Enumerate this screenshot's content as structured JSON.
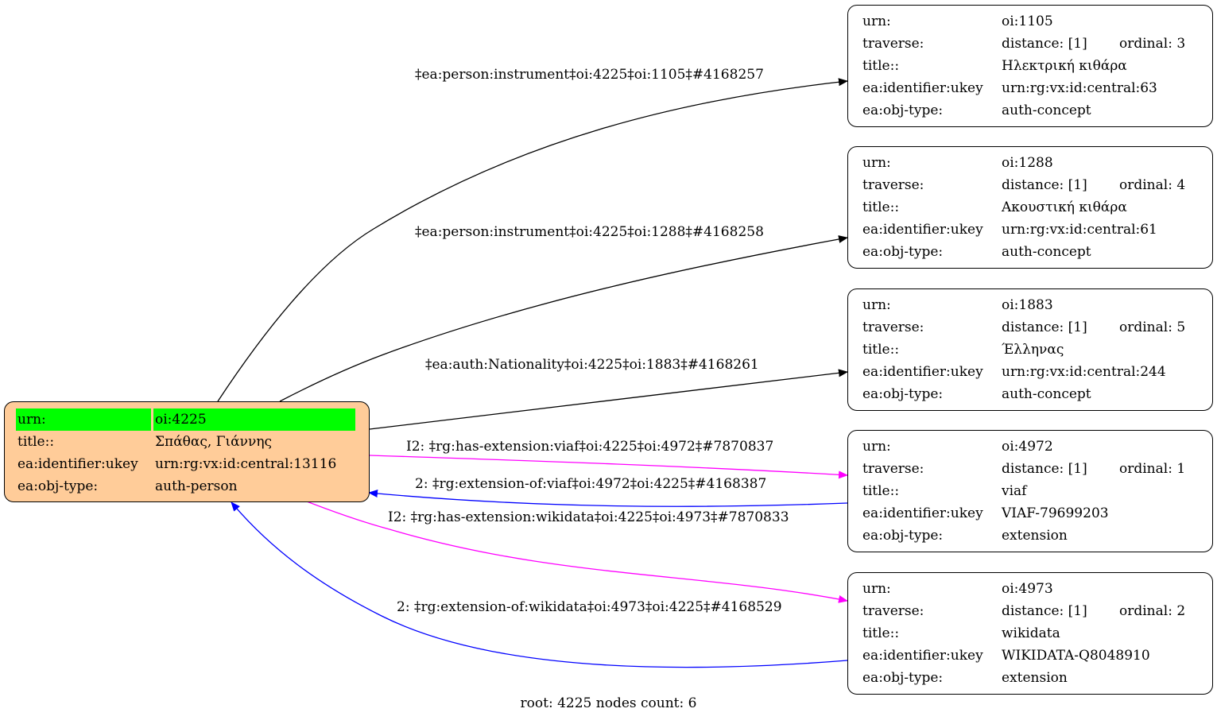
{
  "root": {
    "rows": [
      {
        "key": "urn:",
        "value": "oi:4225"
      },
      {
        "key": "title::",
        "value": "Σπάθας, Γιάννης"
      },
      {
        "key": "ea:identifier:ukey",
        "value": "urn:rg:vx:id:central:13116"
      },
      {
        "key": "ea:obj-type:",
        "value": "auth-person"
      }
    ],
    "fill_color": "#ffcc99",
    "highlight_color": "#00ff00"
  },
  "nodes": [
    {
      "urn_key": "urn:",
      "urn": "oi:1105",
      "traverse_key": "traverse:",
      "distance": "distance: [1]",
      "ordinal": "ordinal: 3",
      "title_key": "title::",
      "title": "Ηλεκτρική κιθάρα",
      "ukey_key": "ea:identifier:ukey",
      "ukey": "urn:rg:vx:id:central:63",
      "type_key": "ea:obj-type:",
      "type": "auth-concept"
    },
    {
      "urn_key": "urn:",
      "urn": "oi:1288",
      "traverse_key": "traverse:",
      "distance": "distance: [1]",
      "ordinal": "ordinal: 4",
      "title_key": "title::",
      "title": "Ακουστική κιθάρα",
      "ukey_key": "ea:identifier:ukey",
      "ukey": "urn:rg:vx:id:central:61",
      "type_key": "ea:obj-type:",
      "type": "auth-concept"
    },
    {
      "urn_key": "urn:",
      "urn": "oi:1883",
      "traverse_key": "traverse:",
      "distance": "distance: [1]",
      "ordinal": "ordinal: 5",
      "title_key": "title::",
      "title": "Έλληνας",
      "ukey_key": "ea:identifier:ukey",
      "ukey": "urn:rg:vx:id:central:244",
      "type_key": "ea:obj-type:",
      "type": "auth-concept"
    },
    {
      "urn_key": "urn:",
      "urn": "oi:4972",
      "traverse_key": "traverse:",
      "distance": "distance: [1]",
      "ordinal": "ordinal: 1",
      "title_key": "title::",
      "title": "viaf",
      "ukey_key": "ea:identifier:ukey",
      "ukey": "VIAF-79699203",
      "type_key": "ea:obj-type:",
      "type": "extension"
    },
    {
      "urn_key": "urn:",
      "urn": "oi:4973",
      "traverse_key": "traverse:",
      "distance": "distance: [1]",
      "ordinal": "ordinal: 2",
      "title_key": "title::",
      "title": "wikidata",
      "ukey_key": "ea:identifier:ukey",
      "ukey": "WIKIDATA-Q8048910",
      "type_key": "ea:obj-type:",
      "type": "extension"
    }
  ],
  "edges": [
    {
      "label": "‡ea:person:instrument‡oi:4225‡oi:1105‡#4168257",
      "color": "#000000",
      "from": "oi:4225",
      "to": "oi:1105"
    },
    {
      "label": "‡ea:person:instrument‡oi:4225‡oi:1288‡#4168258",
      "color": "#000000",
      "from": "oi:4225",
      "to": "oi:1288"
    },
    {
      "label": "‡ea:auth:Nationality‡oi:4225‡oi:1883‡#4168261",
      "color": "#000000",
      "from": "oi:4225",
      "to": "oi:1883"
    },
    {
      "label": "I2: ‡rg:has-extension:viaf‡oi:4225‡oi:4972‡#7870837",
      "color": "#ff00ff",
      "from": "oi:4225",
      "to": "oi:4972"
    },
    {
      "label": "2: ‡rg:extension-of:viaf‡oi:4972‡oi:4225‡#4168387",
      "color": "#0000ff",
      "from": "oi:4972",
      "to": "oi:4225"
    },
    {
      "label": "I2: ‡rg:has-extension:wikidata‡oi:4225‡oi:4973‡#7870833",
      "color": "#ff00ff",
      "from": "oi:4225",
      "to": "oi:4973"
    },
    {
      "label": "2: ‡rg:extension-of:wikidata‡oi:4973‡oi:4225‡#4168529",
      "color": "#0000ff",
      "from": "oi:4973",
      "to": "oi:4225"
    }
  ],
  "footer": "root: 4225 nodes count: 6"
}
